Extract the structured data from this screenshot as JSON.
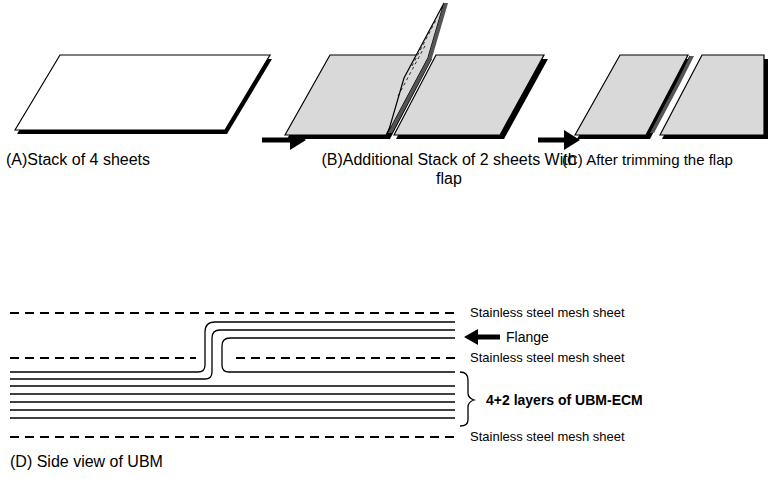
{
  "diagram": {
    "labels": [
      "(A)Stack of 4 sheets",
      "(B)Additional Stack of 2 sheets With flap",
      "(C) After trimming the flap",
      "Stainless steel mesh sheet",
      "Stainless steel mesh sheet",
      "Stainless steel mesh sheet",
      "Flange",
      "4+2 layers of UBM-ECM",
      "(D) Side view of UBM"
    ]
  }
}
